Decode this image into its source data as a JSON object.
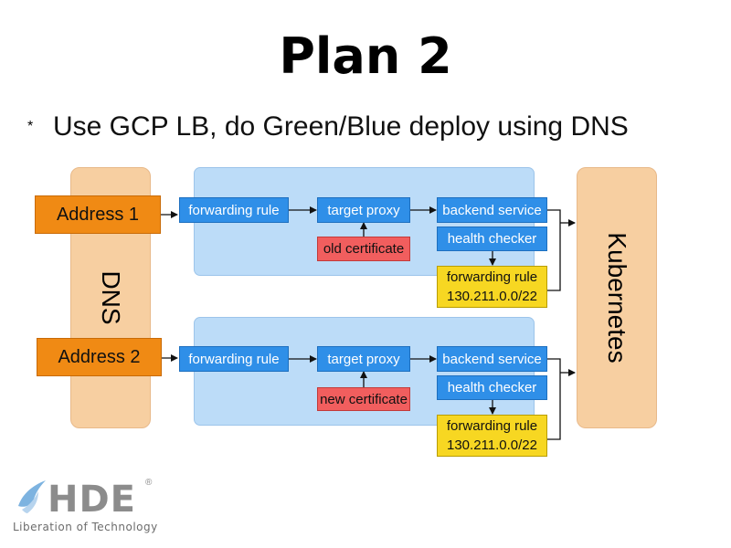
{
  "slide": {
    "title": "Plan 2",
    "bullet_mark": "*",
    "bullet_text": "Use GCP LB, do Green/Blue deploy using DNS"
  },
  "dns_label": "DNS",
  "kubernetes_label": "Kubernetes",
  "paths": [
    {
      "address": "Address 1",
      "forwarding_rule": "forwarding rule",
      "target_proxy": "target proxy",
      "certificate": "old certificate",
      "backend_service": "backend service",
      "health_checker": "health checker",
      "ip_rule_label": "forwarding rule",
      "ip_range": "130.211.0.0/22"
    },
    {
      "address": "Address 2",
      "forwarding_rule": "forwarding rule",
      "target_proxy": "target proxy",
      "certificate": "new certificate",
      "backend_service": "backend service",
      "health_checker": "health checker",
      "ip_rule_label": "forwarding rule",
      "ip_range": "130.211.0.0/22"
    }
  ],
  "logo": {
    "name": "HDE",
    "registered_mark": "®",
    "tagline": "Liberation of Technology",
    "icon": "hde-bird-logo-icon"
  },
  "colors": {
    "address": "#f08a14",
    "dns_kubernetes": "#f7cfa1",
    "lb_panel": "#bcdcf8",
    "blue_node": "#2f8fe8",
    "certificate": "#f15e5e",
    "ip_rule": "#f7d722"
  }
}
